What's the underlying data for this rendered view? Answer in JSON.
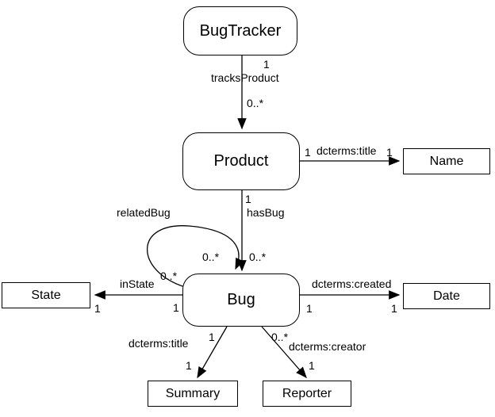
{
  "nodes": {
    "bugtracker": {
      "label": "BugTracker",
      "shape": "rounded"
    },
    "product": {
      "label": "Product",
      "shape": "rounded"
    },
    "bug": {
      "label": "Bug",
      "shape": "rounded"
    },
    "name": {
      "label": "Name",
      "shape": "rect"
    },
    "state": {
      "label": "State",
      "shape": "rect"
    },
    "date": {
      "label": "Date",
      "shape": "rect"
    },
    "summary": {
      "label": "Summary",
      "shape": "rect"
    },
    "reporter": {
      "label": "Reporter",
      "shape": "rect"
    }
  },
  "edges": {
    "tracksProduct": {
      "label": "tracksProduct",
      "from": "BugTracker",
      "to": "Product",
      "from_card": "1",
      "to_card": "0..*"
    },
    "productTitle": {
      "label": "dcterms:title",
      "from": "Product",
      "to": "Name",
      "from_card": "1",
      "to_card": "1"
    },
    "hasBug": {
      "label": "hasBug",
      "from": "Product",
      "to": "Bug",
      "from_card": "1",
      "to_card": "0..*"
    },
    "relatedBug": {
      "label": "relatedBug",
      "from": "Bug",
      "to": "Bug",
      "from_card": "0..*",
      "to_card": "0..*"
    },
    "inState": {
      "label": "inState",
      "from": "Bug",
      "to": "State",
      "from_card": "1",
      "to_card": "1"
    },
    "created": {
      "label": "dcterms:created",
      "from": "Bug",
      "to": "Date",
      "from_card": "1",
      "to_card": "1"
    },
    "bugTitle": {
      "label": "dcterms:title",
      "from": "Bug",
      "to": "Summary",
      "from_card": "1",
      "to_card": "1"
    },
    "creator": {
      "label": "dcterms:creator",
      "from": "Bug",
      "to": "Reporter",
      "from_card": "0..*",
      "to_card": "1"
    }
  },
  "colors": {
    "background": "#ffffff",
    "line": "#000000",
    "box_border": "#000000",
    "text": "#000000"
  }
}
